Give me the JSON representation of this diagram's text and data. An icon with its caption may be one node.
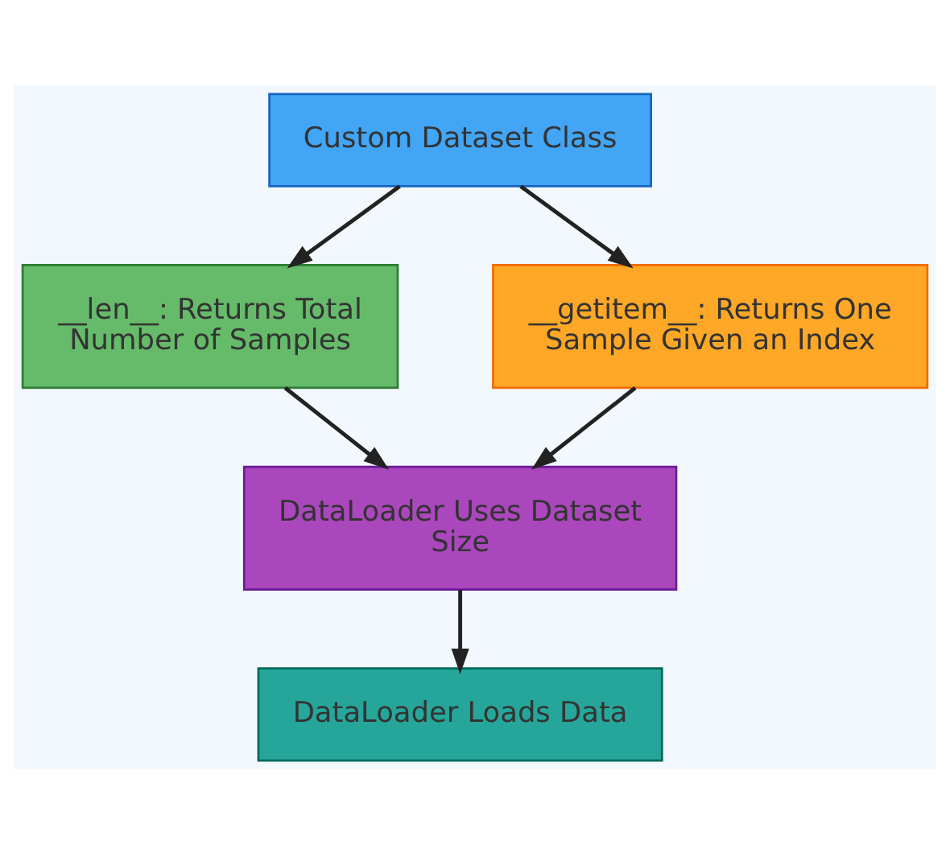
{
  "diagram": {
    "nodes": [
      {
        "text": [
          "Custom Dataset Class"
        ]
      },
      {
        "text": [
          "__len__: Returns Total Number of Samples"
        ]
      },
      {
        "text": [
          "__getitem__: Returns One Sample Given an Index"
        ]
      },
      {
        "text": [
          "DataLoader Uses Dataset Size"
        ]
      },
      {
        "text": [
          "DataLoader Loads Data"
        ]
      }
    ],
    "edges": [
      {
        "from": 0,
        "to": 1,
        "arrow": "to"
      },
      {
        "from": 0,
        "to": 2,
        "arrow": "to"
      },
      {
        "from": 1,
        "to": 3,
        "arrow": "to"
      },
      {
        "from": 2,
        "to": 3,
        "arrow": "to"
      },
      {
        "from": 3,
        "to": 4,
        "arrow": "to"
      }
    ]
  }
}
